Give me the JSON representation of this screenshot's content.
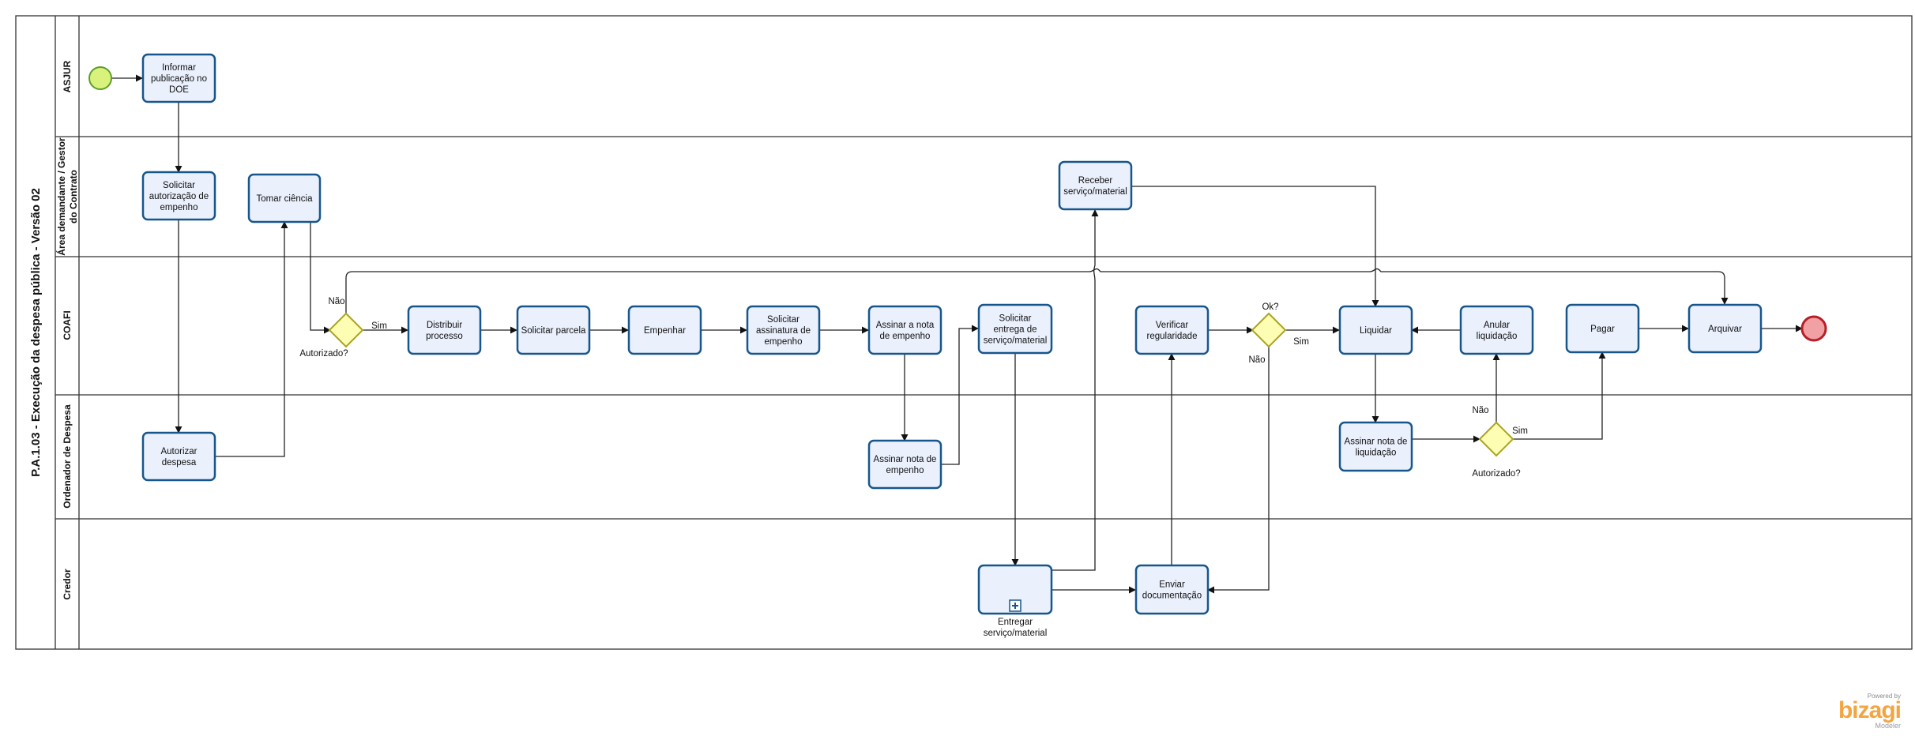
{
  "pool": {
    "title": "P.A.1.03 - Execução da despesa pública - Versão 02"
  },
  "lanes": [
    {
      "id": "asjur",
      "label": [
        "ASJUR"
      ]
    },
    {
      "id": "area",
      "label": [
        "Área demandante / Gestor",
        "do Contrato"
      ]
    },
    {
      "id": "coafi",
      "label": [
        "COAFI"
      ]
    },
    {
      "id": "ordenador",
      "label": [
        "Ordenador de Despesa"
      ]
    },
    {
      "id": "credor",
      "label": [
        "Credor"
      ]
    }
  ],
  "tasks": [
    {
      "id": "t_informar",
      "lines": [
        "Informar",
        "publicação no",
        "DOE"
      ]
    },
    {
      "id": "t_solicitar_aut",
      "lines": [
        "Solicitar",
        "autorização de",
        "empenho"
      ]
    },
    {
      "id": "t_tomar",
      "lines": [
        "Tomar ciência"
      ]
    },
    {
      "id": "t_autorizar",
      "lines": [
        "Autorizar",
        "despesa"
      ]
    },
    {
      "id": "t_distribuir",
      "lines": [
        "Distribuir",
        "processo"
      ]
    },
    {
      "id": "t_parcela",
      "lines": [
        "Solicitar parcela"
      ]
    },
    {
      "id": "t_empenhar",
      "lines": [
        "Empenhar"
      ]
    },
    {
      "id": "t_sol_assin",
      "lines": [
        "Solicitar",
        "assinatura de",
        "empenho"
      ]
    },
    {
      "id": "t_assinar_coafi",
      "lines": [
        "Assinar a nota",
        "de empenho"
      ]
    },
    {
      "id": "t_assinar_ord",
      "lines": [
        "Assinar nota de",
        "empenho"
      ]
    },
    {
      "id": "t_sol_entrega",
      "lines": [
        "Solicitar",
        "entrega de",
        "serviço/material"
      ]
    },
    {
      "id": "t_receber",
      "lines": [
        "Receber",
        "serviço/material"
      ]
    },
    {
      "id": "t_entregar",
      "lines": []
    },
    {
      "id": "t_enviar",
      "lines": [
        "Enviar",
        "documentação"
      ]
    },
    {
      "id": "t_verificar",
      "lines": [
        "Verificar",
        "regularidade"
      ]
    },
    {
      "id": "t_liquidar",
      "lines": [
        "Liquidar"
      ]
    },
    {
      "id": "t_assinar_liq",
      "lines": [
        "Assinar nota de",
        "liquidação"
      ]
    },
    {
      "id": "t_anular",
      "lines": [
        "Anular",
        "liquidação"
      ]
    },
    {
      "id": "t_pagar",
      "lines": [
        "Pagar"
      ]
    },
    {
      "id": "t_arquivar",
      "lines": [
        "Arquivar"
      ]
    }
  ],
  "subprocess_caption": [
    "Entregar",
    "serviço/material"
  ],
  "gateways": [
    {
      "id": "g1",
      "label": "Autorizado?"
    },
    {
      "id": "g2",
      "label": "Ok?"
    },
    {
      "id": "g3",
      "label": "Autorizado?"
    }
  ],
  "flow_labels": {
    "g1_sim": "Sim",
    "g1_nao": "Não",
    "g2_sim": "Sim",
    "g2_nao": "Não",
    "g3_sim": "Sim",
    "g3_nao": "Não"
  },
  "branding": {
    "powered": "Powered by",
    "name": "bizagi",
    "product": "Modeler"
  },
  "colors": {
    "task_fill": "#eaf0fc",
    "task_stroke": "#17568c",
    "start_fill": "#d8f27c",
    "start_stroke": "#5e9d2c",
    "end_fill": "#f1a0a4",
    "end_stroke": "#b61f25",
    "gateway_fill": "#fdfdb4",
    "gateway_stroke": "#a9a422",
    "brand": "#f2a541"
  }
}
